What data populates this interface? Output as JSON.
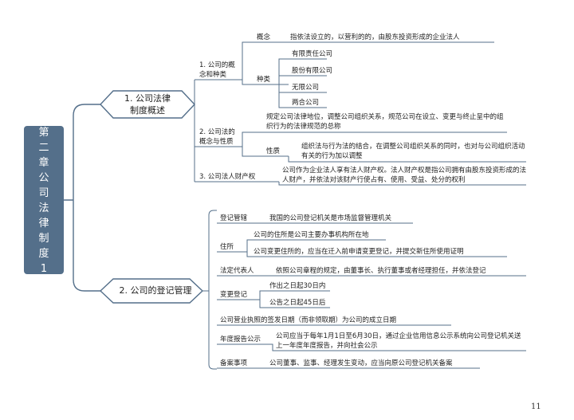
{
  "root": {
    "title_chars": [
      "第",
      "二",
      "章",
      "公",
      "司",
      "法",
      "律",
      "制",
      "度",
      "1"
    ]
  },
  "section1": {
    "title": "1. 公司法律\n制度概述",
    "sub1": {
      "title": "1. 公司的概\n念和种类",
      "concept_label": "概念",
      "concept_text": "指依法设立的，以营利的的，由股东投资形成的企业法人",
      "types_label": "种类",
      "types": [
        "有限责任公司",
        "股份有限公司",
        "无限公司",
        "两合公司"
      ]
    },
    "sub2": {
      "title": "2. 公司法的\n概念与性质",
      "def_text": "规定公司法律地位，调整公司组织关系，规范公司在设立、变更与终止呈中的组织行为的法律规范的总称",
      "nature_label": "性质",
      "nature_text": "组织法与行为法的结合，在调整公司组织关系的同时，也对与公司组织活动有关的行为加以调整"
    },
    "sub3": {
      "title": "3. 公司法人财产权",
      "text": "公司作为企业法人享有法人财产权。法人财产权是指公司拥有由股东投资形成的法人财产，并依法对该财产行使占有、使用、受益、处分的权利"
    }
  },
  "section2": {
    "title": "2. 公司的登记管理",
    "items": {
      "reg_label": "登记管辖",
      "reg_text": "我国的公司登记机关是市场监督管理机关",
      "dom_label": "住所",
      "dom_text1": "公司的住所是公司主要办事机构所在地",
      "dom_text2": "公司变更住所的，应当在迁入前申请变更登记，并提交新住所使用证明",
      "legal_label": "法定代表人",
      "legal_text": "依照公司章程的规定，由董事长、执行董事或者经理担任，并依法登记",
      "change_label": "变更登记",
      "change_text1": "作出之日起30日内",
      "change_text2": "公告之日起45日后",
      "license_text": "公司营业执照的签发日期（而非领取期）为公司的成立日期",
      "annual_label": "年度报告公示",
      "annual_text": "公司应当于每年1月1日至6月30日，通过企业信用信息公示系统向公司登记机关送上一年度年度报告，并向社会公示",
      "filing_label": "备案事项",
      "filing_text": "公司董事、监事、经理发生变动，应当向原公司登记机关备案"
    }
  },
  "page_number": "11",
  "colors": {
    "root_fill": "#546f8a",
    "line": "#546f8a"
  }
}
